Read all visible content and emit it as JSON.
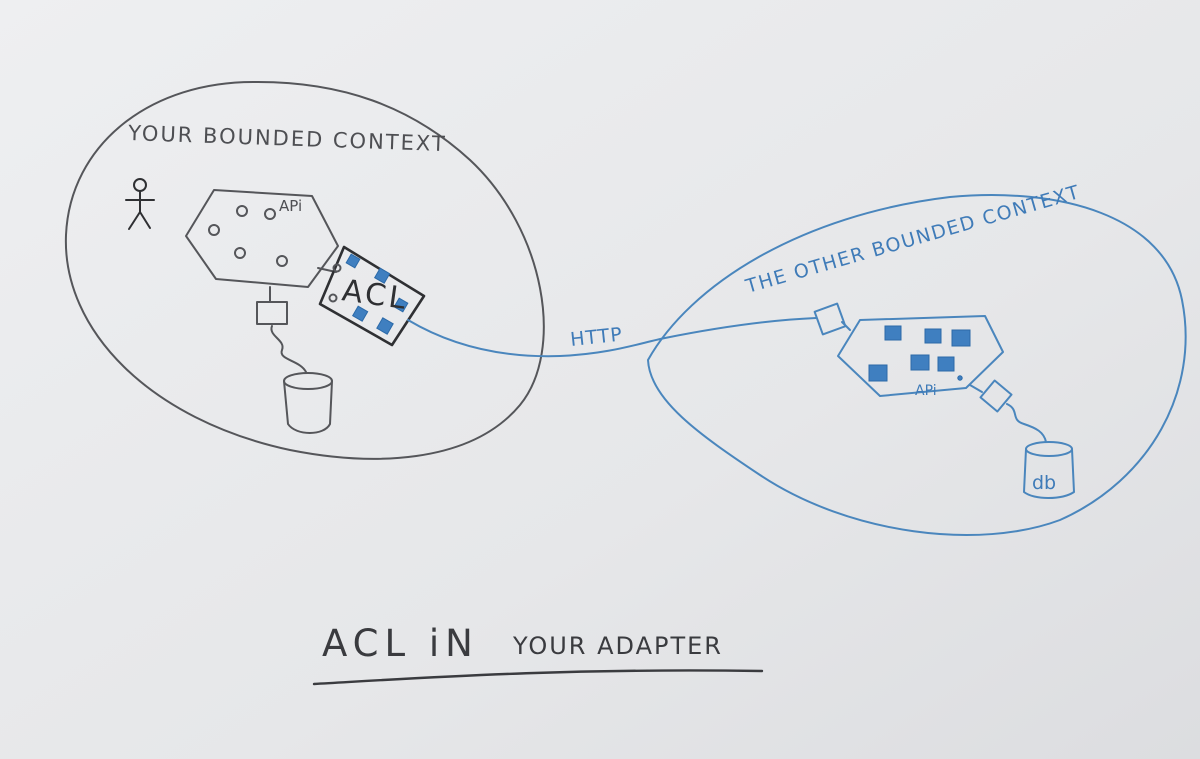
{
  "left_context": {
    "title": "YOUR BOUNDED CONTEXT",
    "api_label": "APi",
    "acl_label": "ACL"
  },
  "connection": {
    "label": "HTTP"
  },
  "right_context": {
    "title": "THE OTHER BOUNDED CONTEXT",
    "api_label": "APi",
    "db_label": "db"
  },
  "caption": {
    "part1": "ACL iN",
    "part2": "YOUR ADAPTER"
  },
  "colors": {
    "paper": "#e9eaec",
    "pencil": "#55565a",
    "blue_ink": "#4a86bd"
  }
}
